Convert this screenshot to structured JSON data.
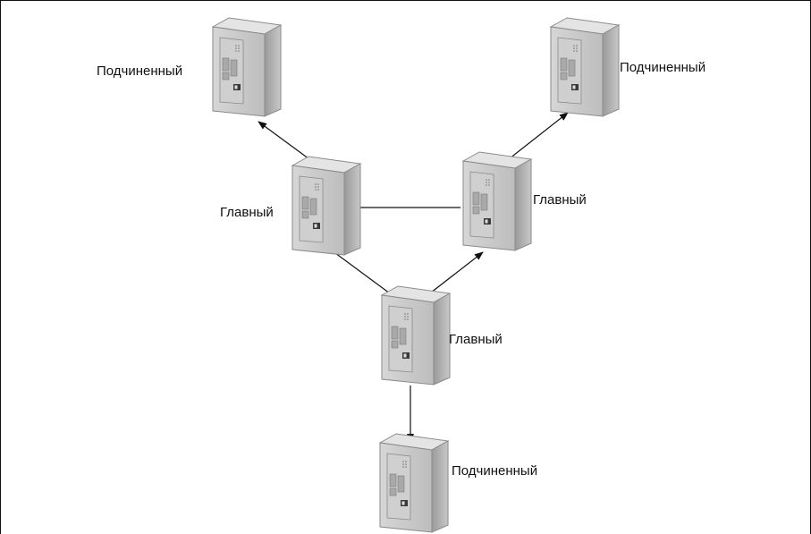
{
  "diagram": {
    "nodes": [
      {
        "id": "slave-top-left",
        "label": "Подчиненный",
        "role": "slave"
      },
      {
        "id": "slave-top-right",
        "label": "Подчиненный",
        "role": "slave"
      },
      {
        "id": "master-left",
        "label": "Главный",
        "role": "master"
      },
      {
        "id": "master-right",
        "label": "Главный",
        "role": "master"
      },
      {
        "id": "master-center",
        "label": "Главный",
        "role": "master"
      },
      {
        "id": "slave-bottom",
        "label": "Подчиненный",
        "role": "slave"
      }
    ],
    "edges": [
      {
        "from": "master-left",
        "to": "slave-top-left"
      },
      {
        "from": "master-right",
        "to": "slave-top-right"
      },
      {
        "from": "master-right",
        "to": "master-left"
      },
      {
        "from": "master-left",
        "to": "master-center"
      },
      {
        "from": "master-center",
        "to": "master-right"
      },
      {
        "from": "master-center",
        "to": "slave-bottom"
      }
    ]
  }
}
